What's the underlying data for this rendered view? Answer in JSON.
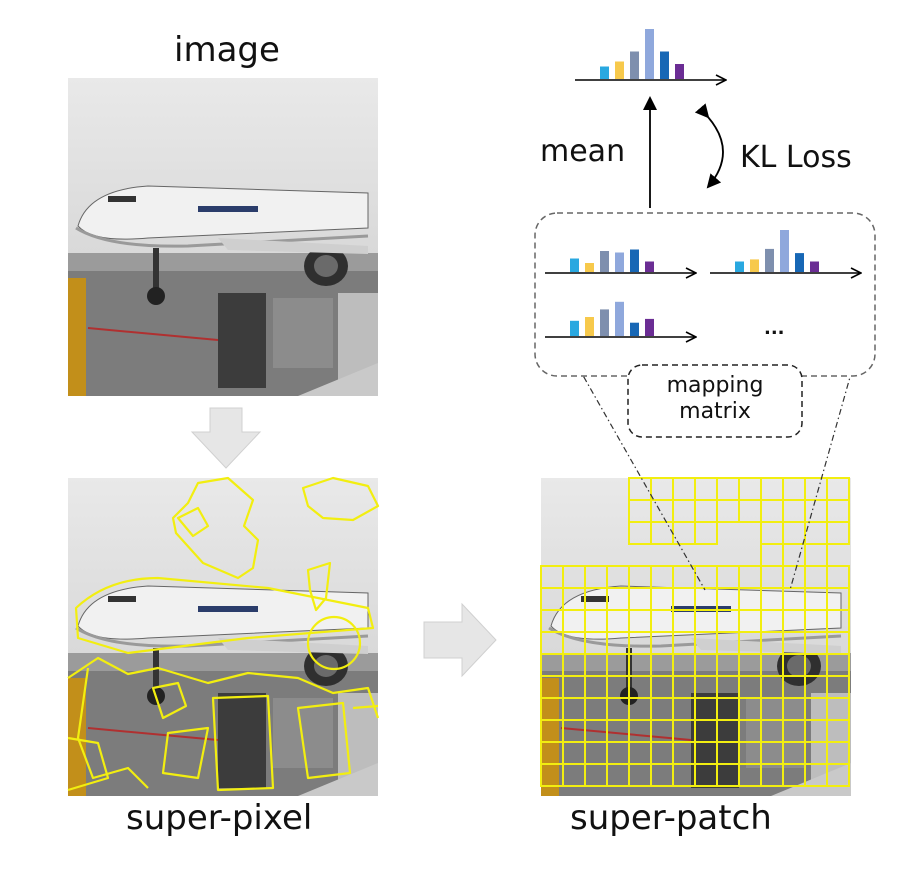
{
  "labels": {
    "image": "image",
    "super_pixel": "super-pixel",
    "super_patch": "super-patch",
    "mean": "mean",
    "kl_loss": "KL Loss",
    "mapping_matrix_line1": "mapping",
    "mapping_matrix_line2": "matrix",
    "ellipsis": "..."
  },
  "colors": {
    "bar_colors": [
      "#29a8e0",
      "#f7c94b",
      "#7e8fae",
      "#8fa8dc",
      "#1767b5",
      "#6b2d94"
    ],
    "outline": "#f2ee10",
    "arrow_gray": "#e6e6e6"
  },
  "histograms": {
    "top_mean": [
      0.25,
      0.35,
      0.55,
      1.0,
      0.55,
      0.3
    ],
    "cluster_1": [
      0.45,
      0.3,
      0.7,
      0.65,
      0.75,
      0.35
    ],
    "cluster_2": [
      0.25,
      0.3,
      0.55,
      1.0,
      0.45,
      0.25
    ],
    "cluster_3": [
      0.4,
      0.5,
      0.7,
      0.9,
      0.35,
      0.45
    ]
  }
}
